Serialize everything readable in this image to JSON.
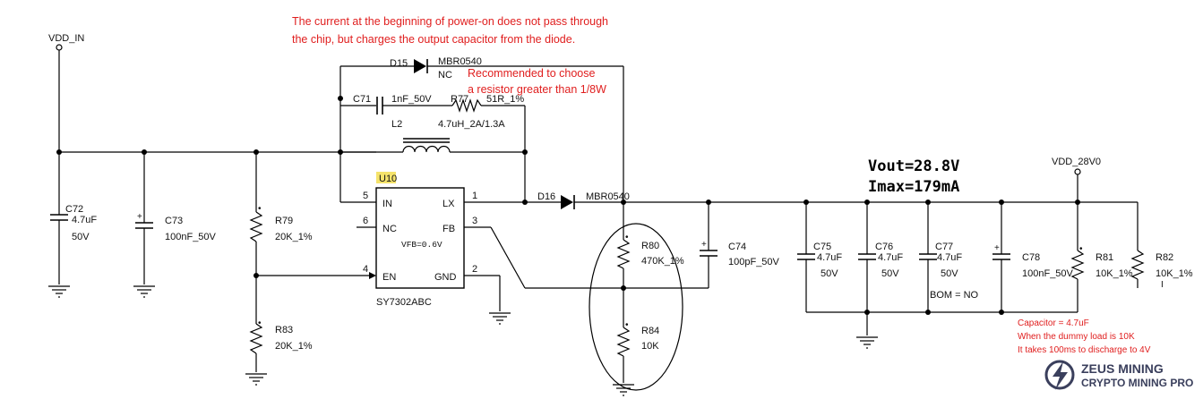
{
  "notes": {
    "top_line1": "The current at the beginning of power-on does not pass through",
    "top_line2": "the chip, but charges the output capacitor from the diode.",
    "resistor_line1": "Recommended to choose",
    "resistor_line2": "a resistor greater than 1/8W",
    "cap_line1": "Capacitor = 4.7uF",
    "cap_line2": "When the dummy load is 10K",
    "cap_line3": "It takes 100ms to discharge to 4V"
  },
  "nets": {
    "vin": "VDD_IN",
    "vout_net": "VDD_28V0",
    "vout": "Vout=28.8V",
    "imax": "Imax=179mA"
  },
  "ic": {
    "ref": "U10",
    "part": "SY7302ABC",
    "vfb": "VFB=0.6V",
    "pins": {
      "in_name": "IN",
      "in_num": "5",
      "nc_name": "NC",
      "nc_num": "6",
      "en_name": "EN",
      "en_num": "4",
      "lx_name": "LX",
      "lx_num": "1",
      "fb_name": "FB",
      "fb_num": "3",
      "gnd_name": "GND",
      "gnd_num": "2"
    },
    "highlight_color": "#f5e36b"
  },
  "components": {
    "d15": {
      "ref": "D15",
      "value": "MBR0540",
      "extra": "NC"
    },
    "d16": {
      "ref": "D16",
      "value": "MBR0540"
    },
    "c71": {
      "ref": "C71",
      "value": "1nF_50V"
    },
    "r77": {
      "ref": "R77",
      "value": "51R_1%"
    },
    "l2": {
      "ref": "L2",
      "value": "4.7uH_2A/1.3A"
    },
    "c72": {
      "ref": "C72",
      "value": "4.7uF",
      "voltage": "50V"
    },
    "c73": {
      "ref": "C73",
      "value": "100nF_50V"
    },
    "r79": {
      "ref": "R79",
      "value": "20K_1%"
    },
    "r83": {
      "ref": "R83",
      "value": "20K_1%"
    },
    "r80": {
      "ref": "R80",
      "value": "470K_1%"
    },
    "r84": {
      "ref": "R84",
      "value": "10K"
    },
    "c74": {
      "ref": "C74",
      "value": "100pF_50V"
    },
    "c75": {
      "ref": "C75",
      "value": "4.7uF",
      "voltage": "50V"
    },
    "c76": {
      "ref": "C76",
      "value": "4.7uF",
      "voltage": "50V"
    },
    "c77": {
      "ref": "C77",
      "value": "4.7uF",
      "voltage": "50V",
      "note": "BOM = NO"
    },
    "c78": {
      "ref": "C78",
      "value": "100nF_50V"
    },
    "r81": {
      "ref": "R81",
      "value": "10K_1%"
    },
    "r82": {
      "ref": "R82",
      "value": "10K_1%"
    }
  },
  "brand": {
    "line1": "ZEUS MINING",
    "line2": "CRYPTO MINING PRO",
    "color": "#3a3f5c"
  },
  "colors": {
    "annotation_red": "#e01e1e",
    "wire": "#000000"
  }
}
